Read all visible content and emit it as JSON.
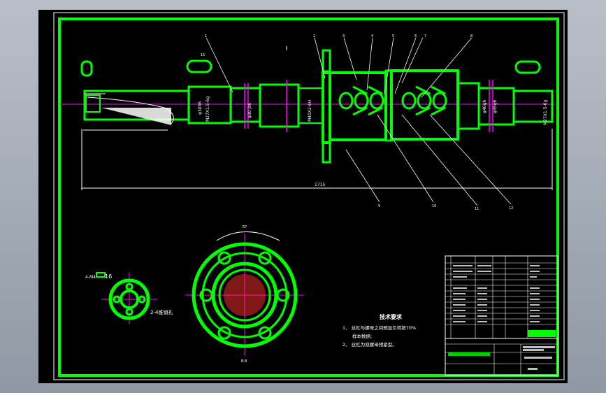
{
  "drawing": {
    "tech_req_title": "技术要求",
    "tech_req_1a": "1、 丝杠与螺母之间预加负荷按70%",
    "tech_req_1b": "样本数据;",
    "tech_req_2": "2、 丝杠为双螺母预紧型。",
    "dim_total_length": "1715",
    "callouts": [
      "1",
      "2",
      "3",
      "4",
      "5",
      "6",
      "7",
      "8",
      "9",
      "10",
      "11",
      "12"
    ],
    "thread_left": "M27X1.5-6g",
    "thread_right": "M27X1.5-6g",
    "dia_labels": [
      "φ30h6",
      "φ30 js6",
      "φ40g6",
      "φ35g6"
    ],
    "nut_label": "M40X2-6H",
    "pin_note": "2-4锥销孔",
    "hole_note": "4-M4",
    "hole_depth": "16",
    "view_label": "B-B",
    "flange_dim": "67",
    "small_dim": "15",
    "colors": {
      "line": "#00ff00",
      "detail": "#ffffff",
      "center": "#ff00ff",
      "section": "#ff3030",
      "background": "#000000"
    }
  }
}
